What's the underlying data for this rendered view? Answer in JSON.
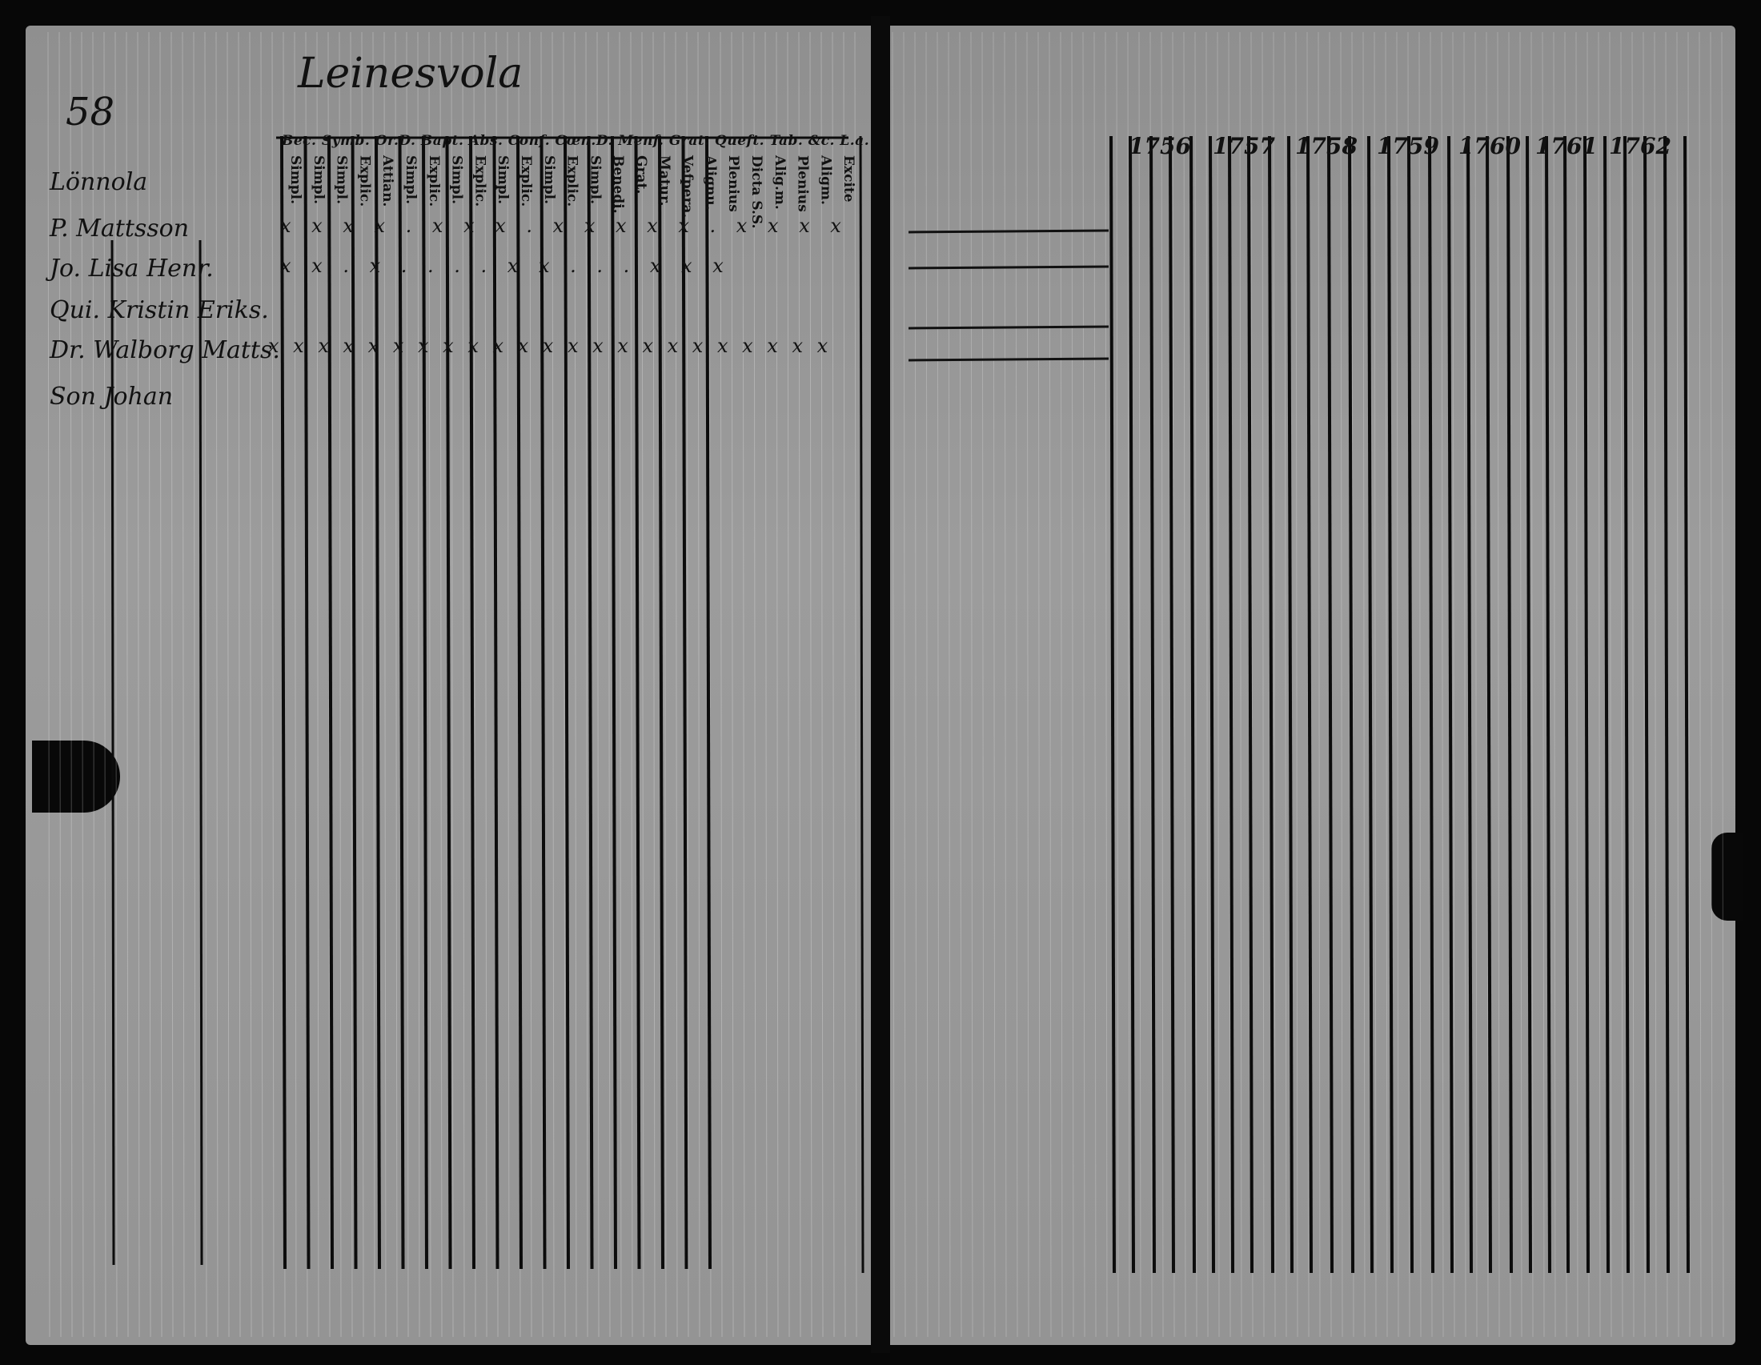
{
  "left_page": {
    "page_number": "58",
    "parish_name": "Leinesvola",
    "header_top": "Bec. Symb. Or.D. Bapt. Abs. Conf. Cœn.D. Menf. Grat. Queft. Tab. &c. L.a.",
    "column_headers": [
      "Simpl.",
      "Simpl.",
      "Simpl.",
      "Explic.",
      "Attian.",
      "Simpl.",
      "Explic.",
      "Simpl.",
      "Explic.",
      "Simpl.",
      "Explic.",
      "Simpl.",
      "Explic.",
      "Simpl.",
      "Benedi.",
      "Grat.",
      "Matur.",
      "Vefpera.",
      "Alignu.",
      "Plenius",
      "Dicta S.S.",
      "Alig.m.",
      "Plenius",
      "Aligm.",
      "Excite"
    ],
    "names": [
      "Lönnola",
      "P. Mattsson",
      "Jo. Lisa Henr.",
      "Qui. Kristin Eriks.",
      "Dr. Walborg Matts.",
      "Son Johan"
    ],
    "row_marks": [
      "x x x x . x x x . x x x x x . x x x x",
      "x x . x . . . . x x . . . x x x",
      "",
      "x x x x x x x x x x x x x x x x x x x x x x x",
      ""
    ]
  },
  "right_page": {
    "years": [
      "1756",
      "1757",
      "1758",
      "1759",
      "1760",
      "1761",
      "1762"
    ]
  }
}
